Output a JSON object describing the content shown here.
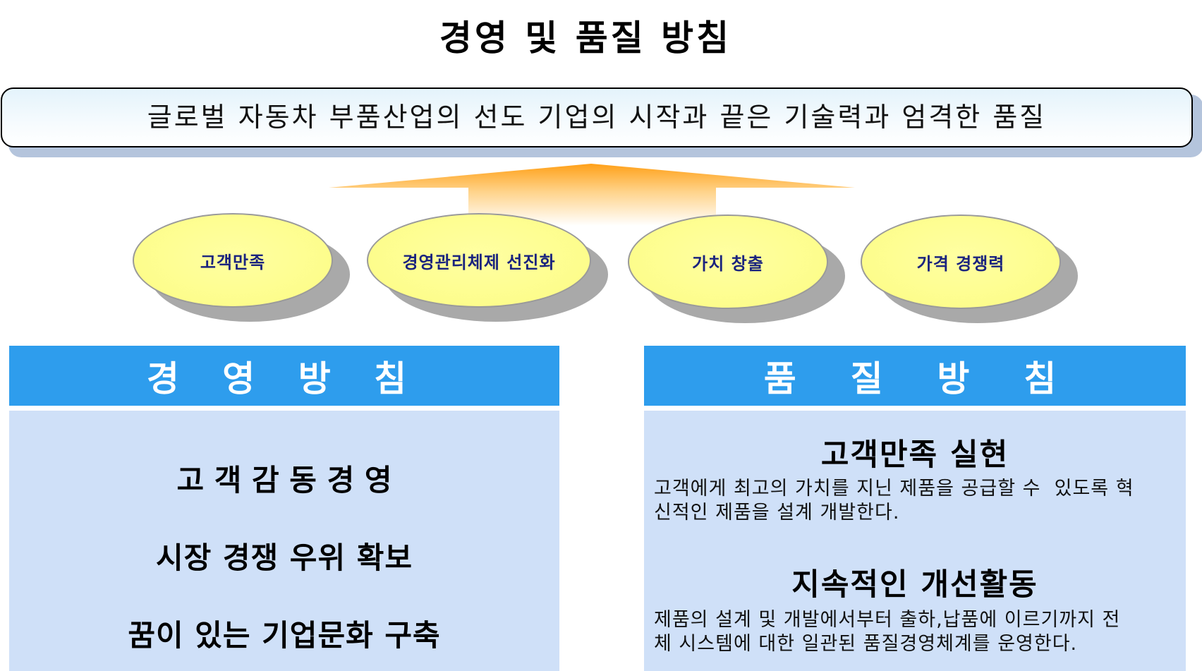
{
  "title": "경영 및 품질 방침",
  "vision": "글로벌 자동차 부품산업의 선도 기업의 시작과 끝은 기술력과 엄격한 품질",
  "values": [
    "고객만족",
    "경영관리체제 선진화",
    "가치 창출",
    "가격 경쟁력"
  ],
  "management": {
    "header": "경 영 방 침",
    "items": [
      "고 객 감 동 경 영",
      "시장 경쟁 우위 확보",
      "꿈이 있는 기업문화 구축"
    ]
  },
  "quality": {
    "header": "품  질  방  침",
    "items": [
      {
        "title": "고객만족 실현",
        "line1": "고객에게 최고의 가치를 지닌 제품을 공급할 수  있도록 혁",
        "line2": "신적인 제품을 설계 개발한다."
      },
      {
        "title": "지속적인 개선활동",
        "line1": "제품의 설계 및 개발에서부터 출하,납품에 이르기까지 전",
        "line2": "체 시스템에 대한 일관된 품질경영체계를 운영한다."
      }
    ]
  },
  "colors": {
    "header_blue": "#2e9ded",
    "panel_blue": "#cfe0f8",
    "ellipse_yellow": "#fdfd8c",
    "ellipse_text": "#1a237e",
    "arrow_orange": "#ffa018"
  }
}
